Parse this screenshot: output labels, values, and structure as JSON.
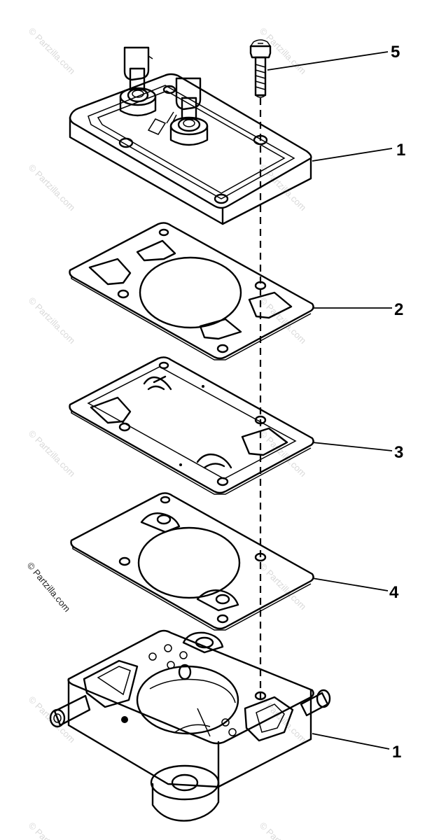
{
  "diagram": {
    "copyright": "© Partzilla.com",
    "watermark_text": "© Partzilla.com",
    "callouts": [
      {
        "id": "bolt",
        "label": "5"
      },
      {
        "id": "cover",
        "label": "1"
      },
      {
        "id": "gasket-a",
        "label": "2"
      },
      {
        "id": "diaphragm",
        "label": "3"
      },
      {
        "id": "gasket-b",
        "label": "4"
      },
      {
        "id": "pump-body",
        "label": "1"
      }
    ]
  }
}
